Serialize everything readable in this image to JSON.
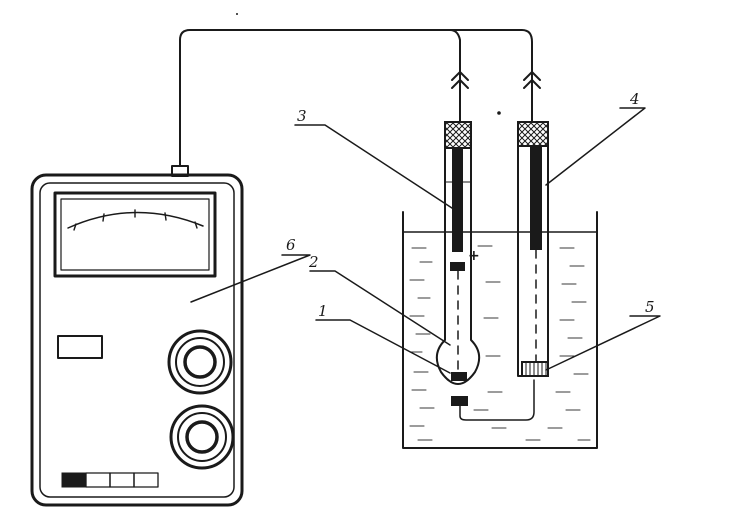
{
  "diagram": {
    "labels": {
      "glass_bulb": "1",
      "glass_electrode": "2",
      "electrode_lead_left": "3",
      "reference_electrode": "4",
      "porous_plug": "5",
      "ph_meter": "6"
    },
    "polarity": {
      "plus": "+"
    },
    "ink_color": "#1a1a1a",
    "liquid_color": "#3a3a3a"
  }
}
